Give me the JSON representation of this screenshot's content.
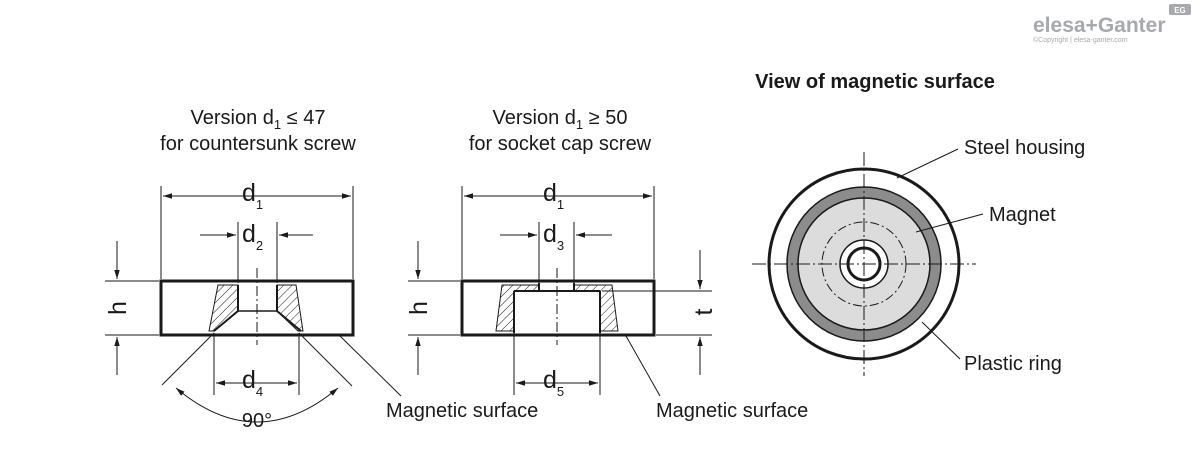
{
  "logo": {
    "text": "elesa+Ganter",
    "badge": "EG",
    "copyright": "©Copyright | elesa-ganter.com"
  },
  "left_view": {
    "title_prefix": "Version d",
    "title_sub": "1",
    "title_suffix": " ≤ 47",
    "title_line2": "for countersunk screw",
    "d1": "d",
    "d1_sub": "1",
    "d2": "d",
    "d2_sub": "2",
    "d4": "d",
    "d4_sub": "4",
    "h": "h",
    "angle": "90°",
    "surface": "Magnetic surface"
  },
  "middle_view": {
    "title_prefix": "Version d",
    "title_sub": "1",
    "title_suffix": " ≥ 50",
    "title_line2": "for socket cap screw",
    "d1": "d",
    "d1_sub": "1",
    "d3": "d",
    "d3_sub": "3",
    "d5": "d",
    "d5_sub": "5",
    "h": "h",
    "t": "t",
    "surface": "Magnetic surface"
  },
  "right_view": {
    "title": "View of magnetic surface",
    "steel_housing": "Steel housing",
    "magnet": "Magnet",
    "plastic_ring": "Plastic ring"
  },
  "colors": {
    "line": "#1a1a1a",
    "magnet_fill": "#dcdcdc",
    "ring_fill": "#8c8c8c",
    "logo": "#a7a9ac"
  }
}
